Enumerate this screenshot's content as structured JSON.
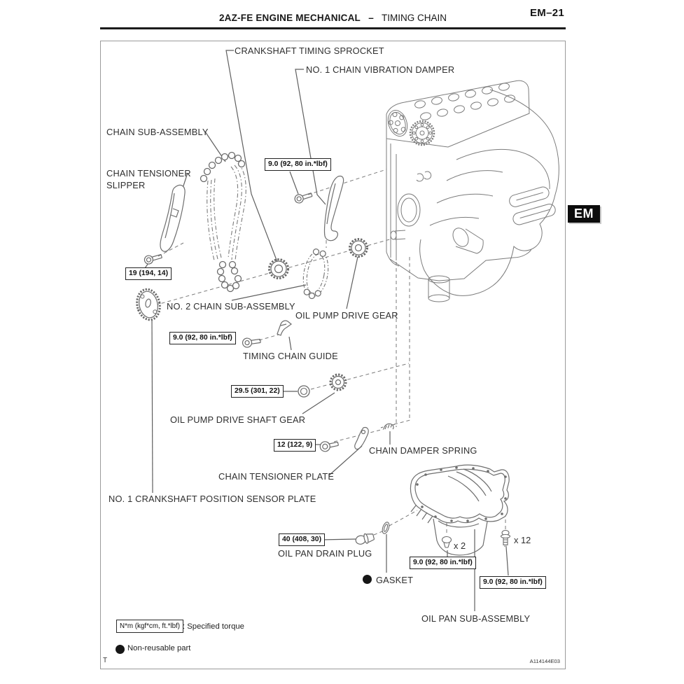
{
  "header": {
    "section": "2AZ-FE ENGINE MECHANICAL",
    "separator": "–",
    "topic": "TIMING CHAIN",
    "page_number": "EM–21"
  },
  "side_tab": {
    "label": "EM"
  },
  "figure": {
    "labels": {
      "crankshaft_timing_sprocket": "CRANKSHAFT TIMING SPROCKET",
      "no1_chain_vibration_damper": "NO. 1 CHAIN VIBRATION DAMPER",
      "chain_sub_assembly": "CHAIN SUB-ASSEMBLY",
      "chain_tensioner_line1": "CHAIN TENSIONER",
      "chain_tensioner_line2": "SLIPPER",
      "no2_chain_sub_assembly": "NO. 2 CHAIN SUB-ASSEMBLY",
      "oil_pump_drive_gear": "OIL PUMP DRIVE GEAR",
      "timing_chain_guide": "TIMING CHAIN GUIDE",
      "oil_pump_drive_shaft_gear": "OIL PUMP DRIVE SHAFT GEAR",
      "chain_damper_spring": "CHAIN DAMPER SPRING",
      "chain_tensioner_plate": "CHAIN TENSIONER PLATE",
      "no1_crankshaft_position_sensor_plate": "NO. 1 CRANKSHAFT POSITION SENSOR PLATE",
      "oil_pan_drain_plug": "OIL PAN DRAIN PLUG",
      "gasket": "GASKET",
      "oil_pan_sub_assembly": "OIL PAN SUB-ASSEMBLY"
    },
    "torques": {
      "damper_bolt": "9.0 (92, 80 in.*lbf)",
      "slipper_bolt": "19 (194, 14)",
      "guide_bolt": "9.0 (92, 80 in.*lbf)",
      "shaft_gear_nut": "29.5 (301, 22)",
      "tensioner_plate_bolt": "12 (122, 9)",
      "drain_plug": "40 (408, 30)",
      "pan_bolt_small": "9.0 (92, 80 in.*lbf)",
      "pan_bolt_large": "9.0 (92, 80 in.*lbf)"
    },
    "quantities": {
      "pan_bolt_small": "x 2",
      "pan_bolt_large": "x 12"
    },
    "legend": {
      "torque_box": "N*m (kgf*cm, ft.*lbf)",
      "torque_note": ": Specified torque",
      "non_reusable": "Non-reusable part"
    },
    "footer": {
      "left_mark": "T",
      "figure_code": "A114144E03"
    }
  }
}
